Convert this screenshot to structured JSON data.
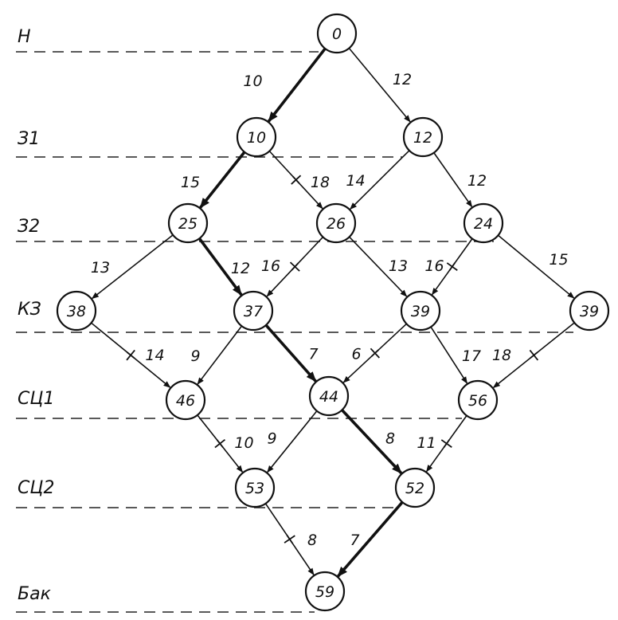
{
  "levels": [
    {
      "id": "h",
      "label": "Н"
    },
    {
      "id": "z1",
      "label": "З1"
    },
    {
      "id": "z2",
      "label": "З2"
    },
    {
      "id": "kz",
      "label": "КЗ"
    },
    {
      "id": "sc1",
      "label": "СЦ1"
    },
    {
      "id": "sc2",
      "label": "СЦ2"
    },
    {
      "id": "bak",
      "label": "Бак"
    }
  ],
  "nodes": [
    {
      "id": "n0",
      "label": "0"
    },
    {
      "id": "n10",
      "label": "10"
    },
    {
      "id": "n12",
      "label": "12"
    },
    {
      "id": "n25",
      "label": "25"
    },
    {
      "id": "n26",
      "label": "26"
    },
    {
      "id": "n24",
      "label": "24"
    },
    {
      "id": "n38",
      "label": "38"
    },
    {
      "id": "n37",
      "label": "37"
    },
    {
      "id": "n39a",
      "label": "39"
    },
    {
      "id": "n39b",
      "label": "39"
    },
    {
      "id": "n46",
      "label": "46"
    },
    {
      "id": "n44",
      "label": "44"
    },
    {
      "id": "n56",
      "label": "56"
    },
    {
      "id": "n53",
      "label": "53"
    },
    {
      "id": "n52",
      "label": "52"
    },
    {
      "id": "n59",
      "label": "59"
    }
  ],
  "edges": [
    {
      "from": "n0",
      "to": "n10",
      "label": "10",
      "critical": true,
      "rejected": false
    },
    {
      "from": "n0",
      "to": "n12",
      "label": "12",
      "critical": false,
      "rejected": false
    },
    {
      "from": "n10",
      "to": "n25",
      "label": "15",
      "critical": true,
      "rejected": false
    },
    {
      "from": "n10",
      "to": "n26",
      "label": "18",
      "critical": false,
      "rejected": true
    },
    {
      "from": "n12",
      "to": "n26",
      "label": "14",
      "critical": false,
      "rejected": false
    },
    {
      "from": "n12",
      "to": "n24",
      "label": "12",
      "critical": false,
      "rejected": false
    },
    {
      "from": "n25",
      "to": "n38",
      "label": "13",
      "critical": false,
      "rejected": false
    },
    {
      "from": "n25",
      "to": "n37",
      "label": "12",
      "critical": true,
      "rejected": false
    },
    {
      "from": "n26",
      "to": "n37",
      "label": "16",
      "critical": false,
      "rejected": true
    },
    {
      "from": "n26",
      "to": "n39a",
      "label": "13",
      "critical": false,
      "rejected": false
    },
    {
      "from": "n24",
      "to": "n39a",
      "label": "16",
      "critical": false,
      "rejected": true
    },
    {
      "from": "n24",
      "to": "n39b",
      "label": "15",
      "critical": false,
      "rejected": false
    },
    {
      "from": "n38",
      "to": "n46",
      "label": "14",
      "critical": false,
      "rejected": true
    },
    {
      "from": "n37",
      "to": "n46",
      "label": "9",
      "critical": false,
      "rejected": false
    },
    {
      "from": "n37",
      "to": "n44",
      "label": "7",
      "critical": true,
      "rejected": false
    },
    {
      "from": "n39a",
      "to": "n44",
      "label": "6",
      "critical": false,
      "rejected": true
    },
    {
      "from": "n39a",
      "to": "n56",
      "label": "17",
      "critical": false,
      "rejected": false
    },
    {
      "from": "n39b",
      "to": "n56",
      "label": "18",
      "critical": false,
      "rejected": true
    },
    {
      "from": "n46",
      "to": "n53",
      "label": "10",
      "critical": false,
      "rejected": true
    },
    {
      "from": "n44",
      "to": "n53",
      "label": "9",
      "critical": false,
      "rejected": false
    },
    {
      "from": "n44",
      "to": "n52",
      "label": "8",
      "critical": true,
      "rejected": false
    },
    {
      "from": "n56",
      "to": "n52",
      "label": "11",
      "critical": false,
      "rejected": true
    },
    {
      "from": "n53",
      "to": "n59",
      "label": "8",
      "critical": false,
      "rejected": true
    },
    {
      "from": "n52",
      "to": "n59",
      "label": "7",
      "critical": true,
      "rejected": false
    }
  ]
}
